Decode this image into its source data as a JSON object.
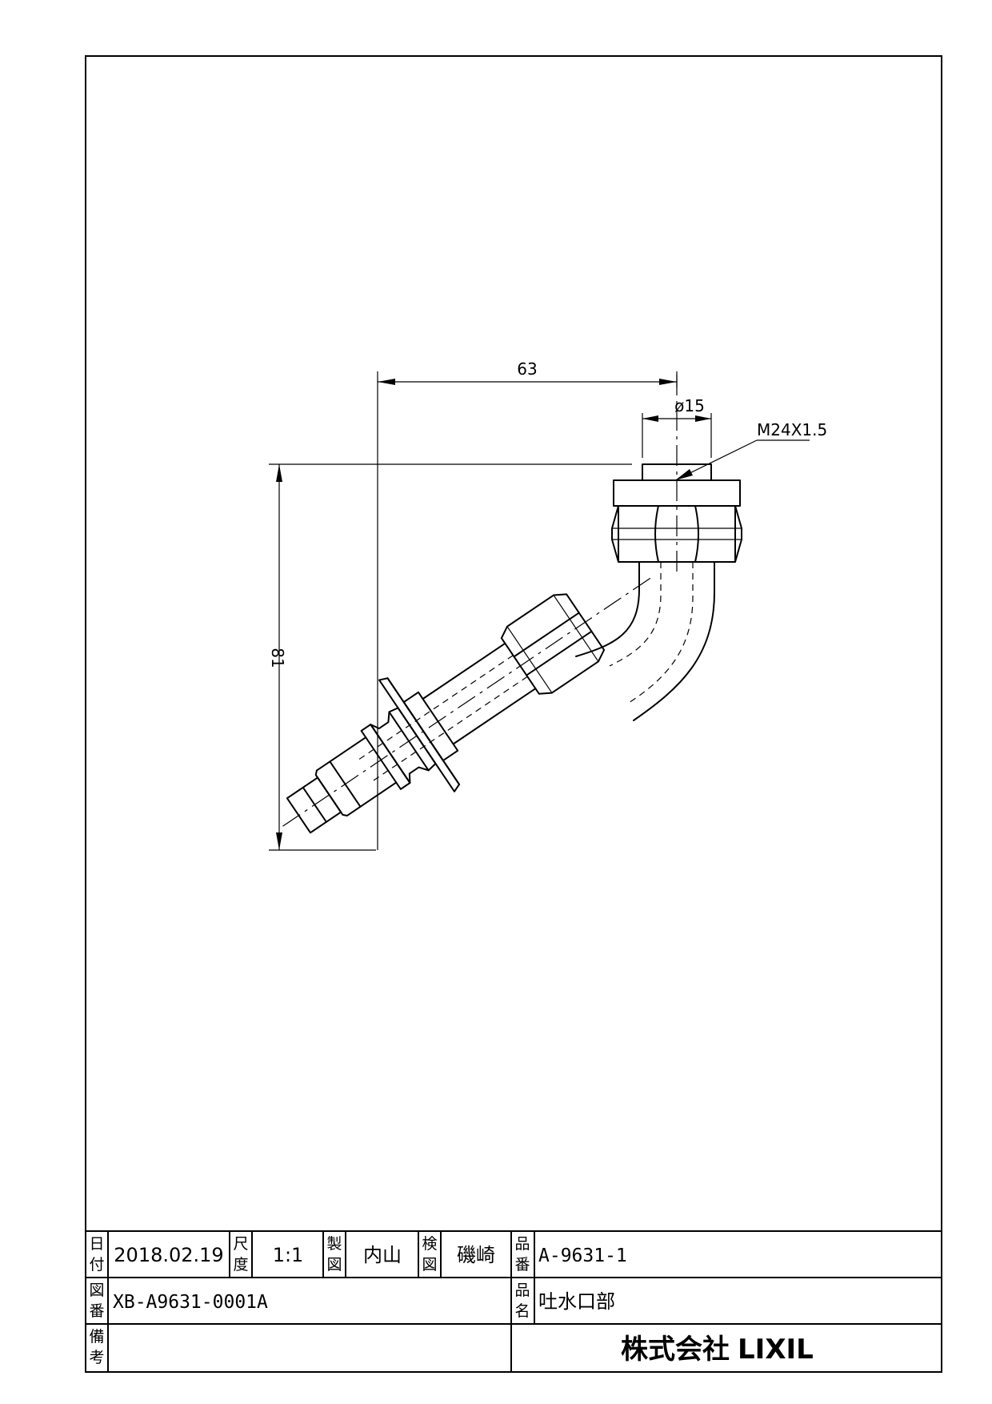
{
  "dimensions": {
    "width": "63",
    "diameter": "ø15",
    "thread": "M24X1.5",
    "height": "81"
  },
  "title_block": {
    "date_label": [
      "日",
      "付"
    ],
    "date": "2018.02.19",
    "scale_label": [
      "尺",
      "度"
    ],
    "scale": "1:1",
    "drawn_label": [
      "製",
      "図"
    ],
    "drawn_by": "内山",
    "checked_label": [
      "検",
      "図"
    ],
    "checked_by": "磯崎",
    "part_no_label": [
      "品",
      "番"
    ],
    "part_no": "A-9631-1",
    "drawing_no_label": [
      "図",
      "番"
    ],
    "drawing_no": "XB-A9631-0001A",
    "part_name_label": [
      "品",
      "名"
    ],
    "part_name": "吐水口部",
    "remarks_label": [
      "備",
      "考"
    ],
    "company": "株式会社",
    "brand": "LIXIL"
  }
}
